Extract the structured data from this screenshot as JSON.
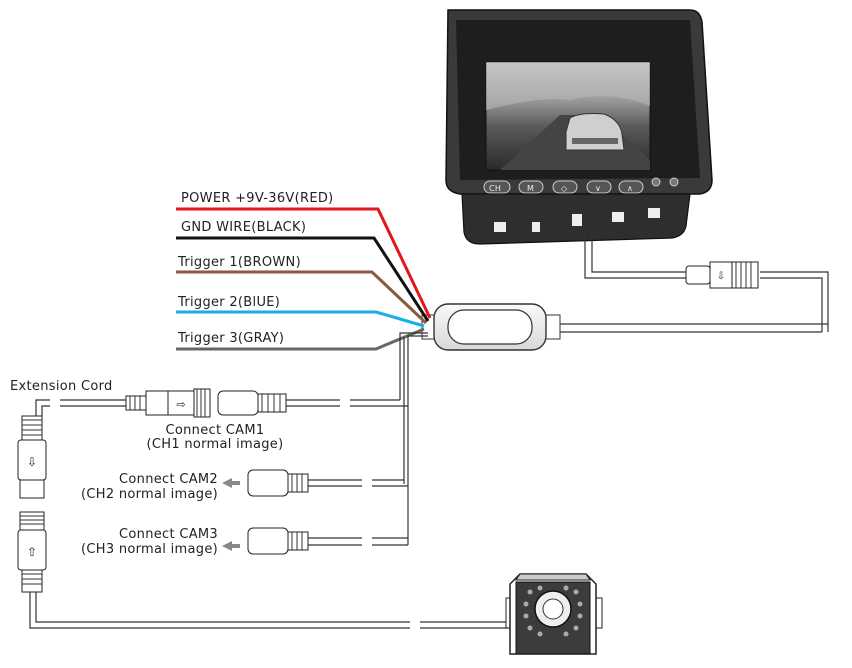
{
  "wire_labels": {
    "power": "POWER +9V-36V(RED)",
    "gnd": "GND WIRE(BLACK)",
    "trigger1": "Trigger 1(BROWN)",
    "trigger2": "Trigger 2(BlUE)",
    "trigger3": "Trigger 3(GRAY)"
  },
  "wire_colors": {
    "power": "#e3161b",
    "gnd": "#111111",
    "trigger1": "#8a5a3a",
    "trigger2": "#1aaee8",
    "trigger3": "#666666"
  },
  "extension_cord": "Extension Cord",
  "cam1": {
    "title": "Connect CAM1",
    "sub": "(CH1 normal image)"
  },
  "cam2": {
    "title": "Connect CAM2",
    "sub": "(CH2 normal image)"
  },
  "cam3": {
    "title": "Connect CAM3",
    "sub": "(CH3 normal image)"
  },
  "monitor_buttons": [
    "CH",
    "M",
    "◇",
    "∨",
    "∧"
  ]
}
